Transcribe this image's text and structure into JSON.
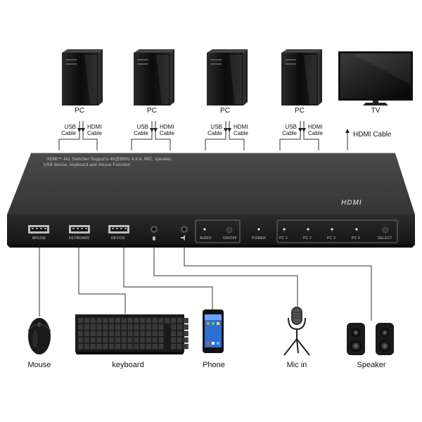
{
  "computers": [
    {
      "label": "PC",
      "usb": "USB",
      "usb_cable": "Cable",
      "hdmi": "HDMI",
      "hdmi_cable": "Cable"
    },
    {
      "label": "PC",
      "usb": "USB",
      "usb_cable": "Cable",
      "hdmi": "HDMI",
      "hdmi_cable": "Cable"
    },
    {
      "label": "PC",
      "usb": "USB",
      "usb_cable": "Cable",
      "hdmi": "HDMI",
      "hdmi_cable": "Cable"
    },
    {
      "label": "PC",
      "usb": "USB",
      "usb_cable": "Cable",
      "hdmi": "HDMI",
      "hdmi_cable": "Cable"
    }
  ],
  "tv": {
    "label": "TV",
    "cable": "HDMI Cable"
  },
  "device": {
    "top_text_line1": "HDMI™ 4x1 Switcher Supports 4K@60Hz 4:4:4, MIC, speaker,",
    "top_text_line2": "USB device, keyboard and mouse Function",
    "logo": "HDMI",
    "ports": {
      "mouse": "MOUSE",
      "keyboard": "KEYBOARD",
      "device": "DEVICE"
    },
    "buttons": {
      "audio": "AUDIO",
      "onoff": "ON/OFF",
      "power": "POWER",
      "pc1": "PC 1",
      "pc2": "PC 2",
      "pc3": "PC 3",
      "pc4": "PC 4",
      "select": "SELECT"
    }
  },
  "peripherals": {
    "mouse": "Mouse",
    "keyboard": "keyboard",
    "phone": "Phone",
    "mic": "Mic in",
    "speaker": "Speaker"
  }
}
